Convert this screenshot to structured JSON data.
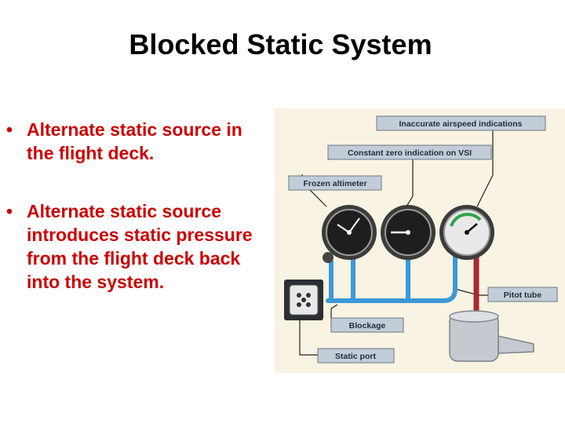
{
  "slide": {
    "title": "Blocked Static System",
    "bullets": [
      "Alternate static source in the flight deck.",
      "Alternate static source introduces static pressure from the flight deck back into the system."
    ]
  },
  "diagram": {
    "labels": {
      "inaccurate_airspeed": "Inaccurate airspeed indications",
      "zero_vsi": "Constant zero indication on VSI",
      "frozen_altimeter": "Frozen altimeter",
      "pitot_tube": "Pitot tube",
      "blockage": "Blockage",
      "static_port": "Static port"
    },
    "colors": {
      "background": "#f8f3e2",
      "static_line": "#3c98d6",
      "pitot_line": "#a8282e",
      "label_box": "#c3cdd7"
    }
  }
}
